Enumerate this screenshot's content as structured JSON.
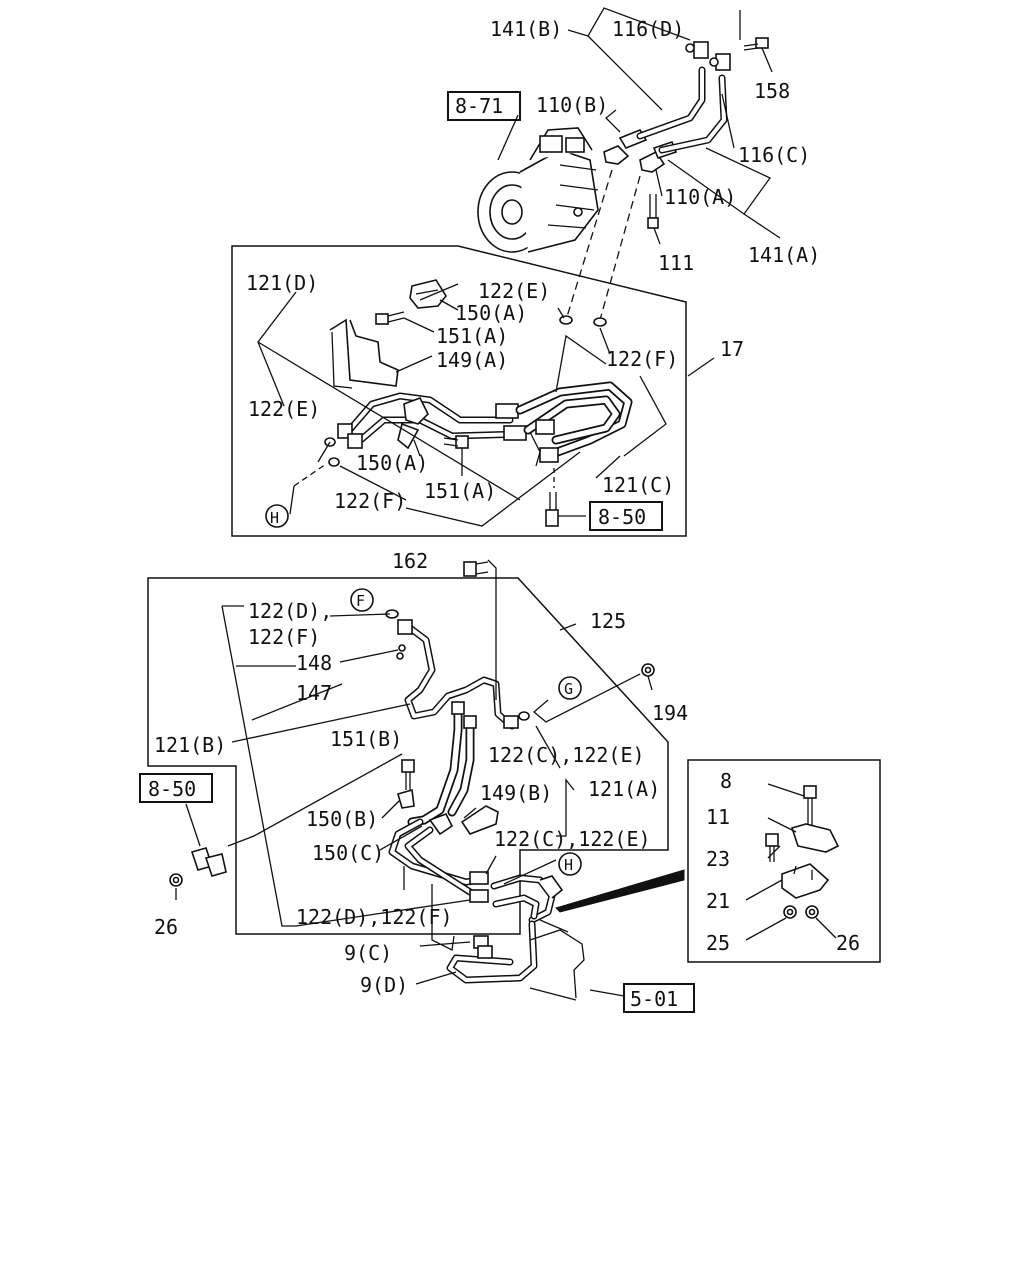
{
  "diagram": {
    "labels": {
      "l141B": "141(B)",
      "l116D": "116(D)",
      "l158": "158",
      "l871": "8-71",
      "l110B": "110(B)",
      "l116C": "116(C)",
      "l110A": "110(A)",
      "l111": "111",
      "l141A": "141(A)",
      "l121D": "121(D)",
      "l122E_top": "122(E)",
      "l150A_top": "150(A)",
      "l151A_top": "151(A)",
      "l149A": "149(A)",
      "l17": "17",
      "l122F_mid": "122(F)",
      "l122E_left": "122(E)",
      "l150A_bot": "150(A)",
      "l151A_bot": "151(A)",
      "l122F_bot": "122(F)",
      "l121C": "121(C)",
      "l850_top": "8-50",
      "cH_top": "H",
      "l162": "162",
      "l125": "125",
      "l122D_a": "122(D),",
      "cF": "F",
      "l122F_b": "122(F)",
      "l148": "148",
      "l147": "147",
      "l121B": "121(B)",
      "cG": "G",
      "l194": "194",
      "l151B": "151(B)",
      "l122CE_1": "122(C),122(E)",
      "l121A": "121(A)",
      "l149B": "149(B)",
      "l850_left": "8-50",
      "l150B": "150(B)",
      "l122CE_2": "122(C),122(E)",
      "l150C": "150(C)",
      "cH_bot": "H",
      "l26_left": "26",
      "l122DF": "122(D),122(F)",
      "l9C": "9(C)",
      "l9D": "9(D)",
      "l501": "5-01",
      "l8": "8",
      "l11": "11",
      "l23": "23",
      "l21": "21",
      "l25": "25",
      "l26_right": "26"
    }
  }
}
